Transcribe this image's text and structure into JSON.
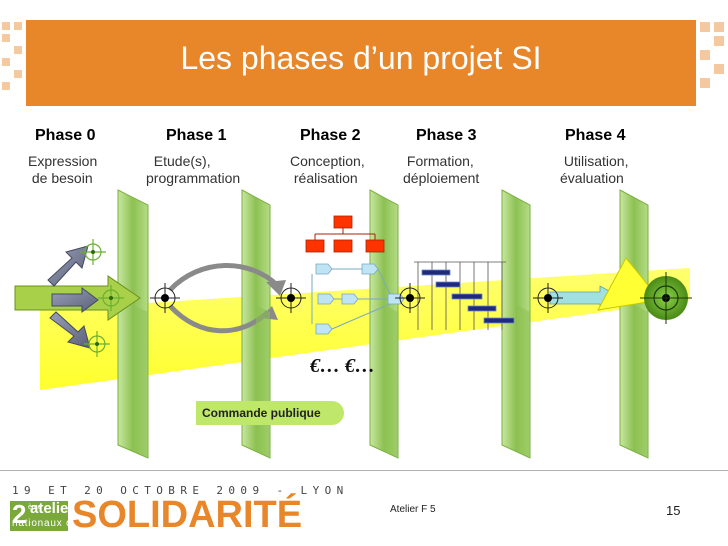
{
  "title": "Les phases d’un projet SI",
  "phases": [
    {
      "name": "Phase 0",
      "desc": "Expression\n de besoin"
    },
    {
      "name": "Phase 1",
      "desc": "  Etude(s),\nprogrammation"
    },
    {
      "name": "Phase 2",
      "desc": "Conception,\n réalisation"
    },
    {
      "name": "Phase 3",
      "desc": " Formation,\ndéploiement"
    },
    {
      "name": "Phase 4",
      "desc": " Utilisation,\névaluation"
    }
  ],
  "cost_label": "€… €…",
  "commande_label": "Commande publique",
  "footer": {
    "date_line": "19 ET 20 OCTOBRE 2009 - LYON",
    "logo_number": "2",
    "logo_superscript": "ème",
    "logo_ateliers": "ateliers",
    "logo_nationaux": "nationaux de la",
    "logo_solidarite": "SOLIDARITÉ",
    "atelier": "Atelier F 5",
    "page": "15"
  },
  "colors": {
    "title_bar": "#e8862a",
    "panel_green": "#8cc152",
    "beam_yellow": "#ffff33",
    "org_red": "#ff3300",
    "gantt_navy": "#1f2a7a",
    "target_green": "#5a9a1a"
  }
}
